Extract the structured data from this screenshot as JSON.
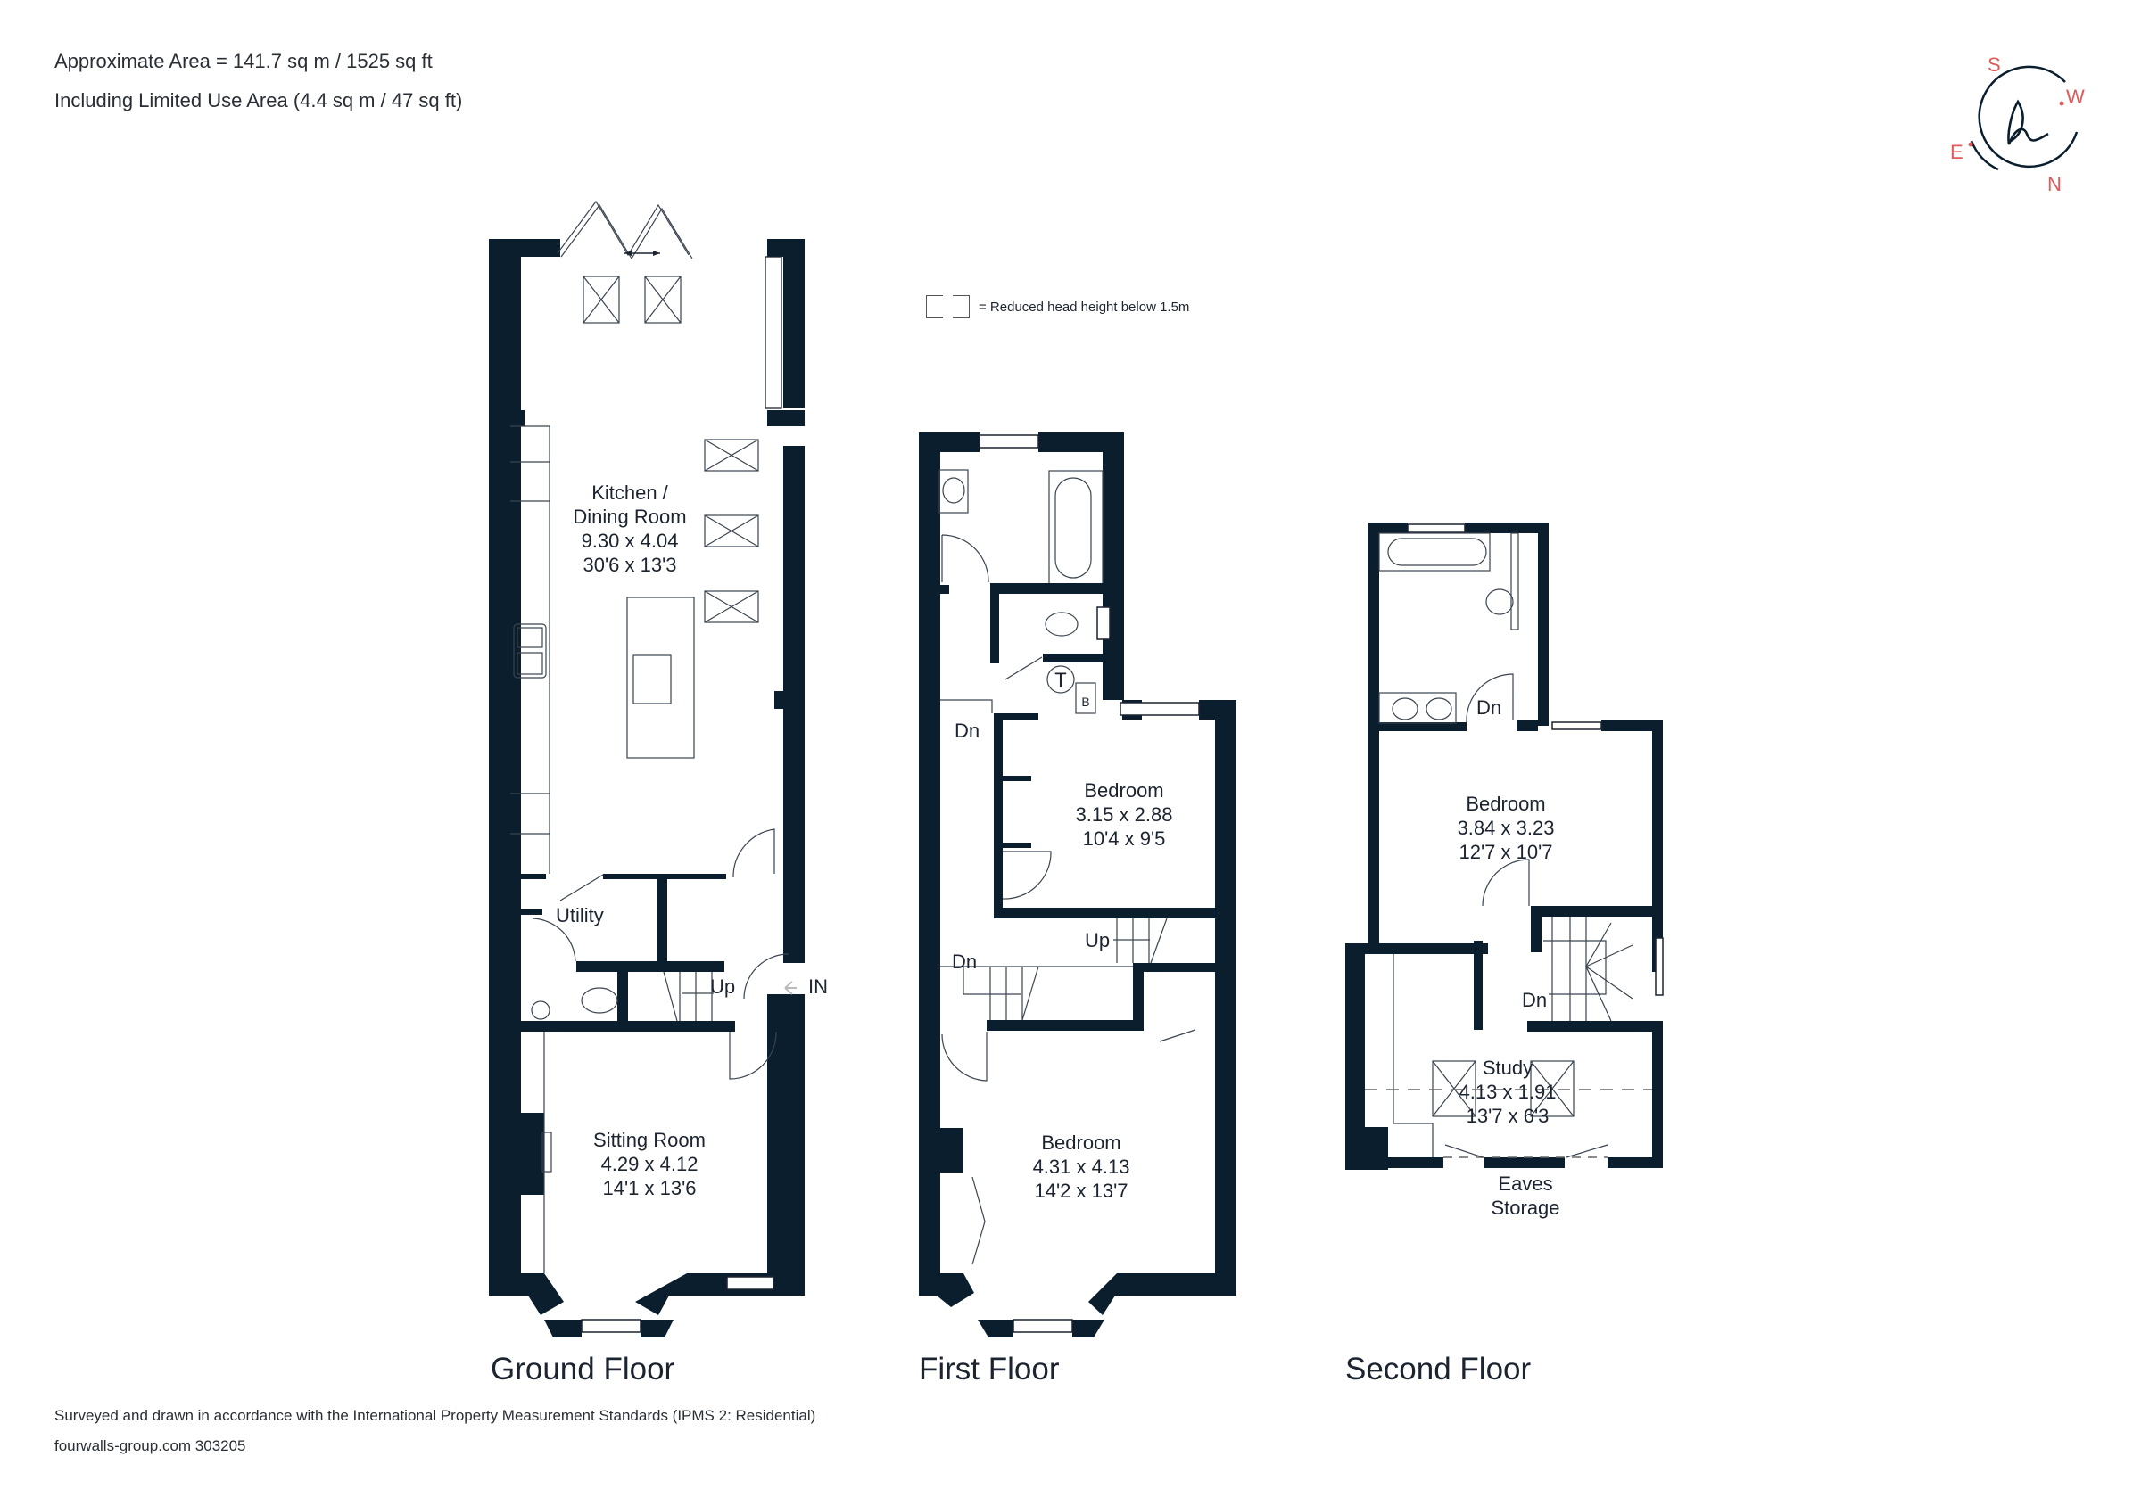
{
  "header": {
    "approximate_area": "Approximate Area = 141.7 sq m / 1525 sq ft",
    "limited_use": "Including Limited Use Area (4.4 sq m / 47 sq ft)"
  },
  "legend": {
    "text": "= Reduced head height below 1.5m",
    "icon": "dashed-bracket-box"
  },
  "compass": {
    "logo_glyph": "h",
    "directions": {
      "top": "S",
      "right": "W",
      "left": "E",
      "bottom": "N"
    },
    "accent_color": "#e05a5a",
    "ring_color": "#0a1e2e"
  },
  "floors": [
    {
      "name": "Ground Floor",
      "rooms": [
        {
          "name": "Kitchen /",
          "name2": "Dining Room",
          "metric": "9.30 x 4.04",
          "imperial": "30'6 x 13'3"
        },
        {
          "name": "Utility"
        },
        {
          "name": "Sitting Room",
          "metric": "4.29 x 4.12",
          "imperial": "14'1 x 13'6"
        }
      ],
      "labels": {
        "stairs": "Up",
        "entrance": "IN"
      }
    },
    {
      "name": "First Floor",
      "rooms": [
        {
          "name": "Bedroom",
          "metric": "3.15 x 2.88",
          "imperial": "10'4 x 9'5"
        },
        {
          "name": "Bedroom",
          "metric": "4.31 x 4.13",
          "imperial": "14'2 x 13'7"
        }
      ],
      "labels": {
        "stairs_down_1": "Dn",
        "stairs_up": "Up",
        "stairs_down_2": "Dn",
        "tank": "T",
        "boiler": "B"
      }
    },
    {
      "name": "Second Floor",
      "rooms": [
        {
          "name": "Bedroom",
          "metric": "3.84 x 3.23",
          "imperial": "12'7 x 10'7"
        },
        {
          "name": "Study",
          "metric": "4.13 x 1.91",
          "imperial": "13'7 x 6'3"
        },
        {
          "name": "Eaves",
          "name2": "Storage"
        }
      ],
      "labels": {
        "stairs_down_1": "Dn",
        "stairs_down_2": "Dn"
      }
    }
  ],
  "footer": {
    "standards": "Surveyed and drawn in accordance with the International Property Measurement Standards (IPMS 2: Residential)",
    "ref": "fourwalls-group.com 303205"
  },
  "colors": {
    "wall": "#0a1e2e",
    "text": "#1c2430",
    "accent": "#e05a5a"
  }
}
